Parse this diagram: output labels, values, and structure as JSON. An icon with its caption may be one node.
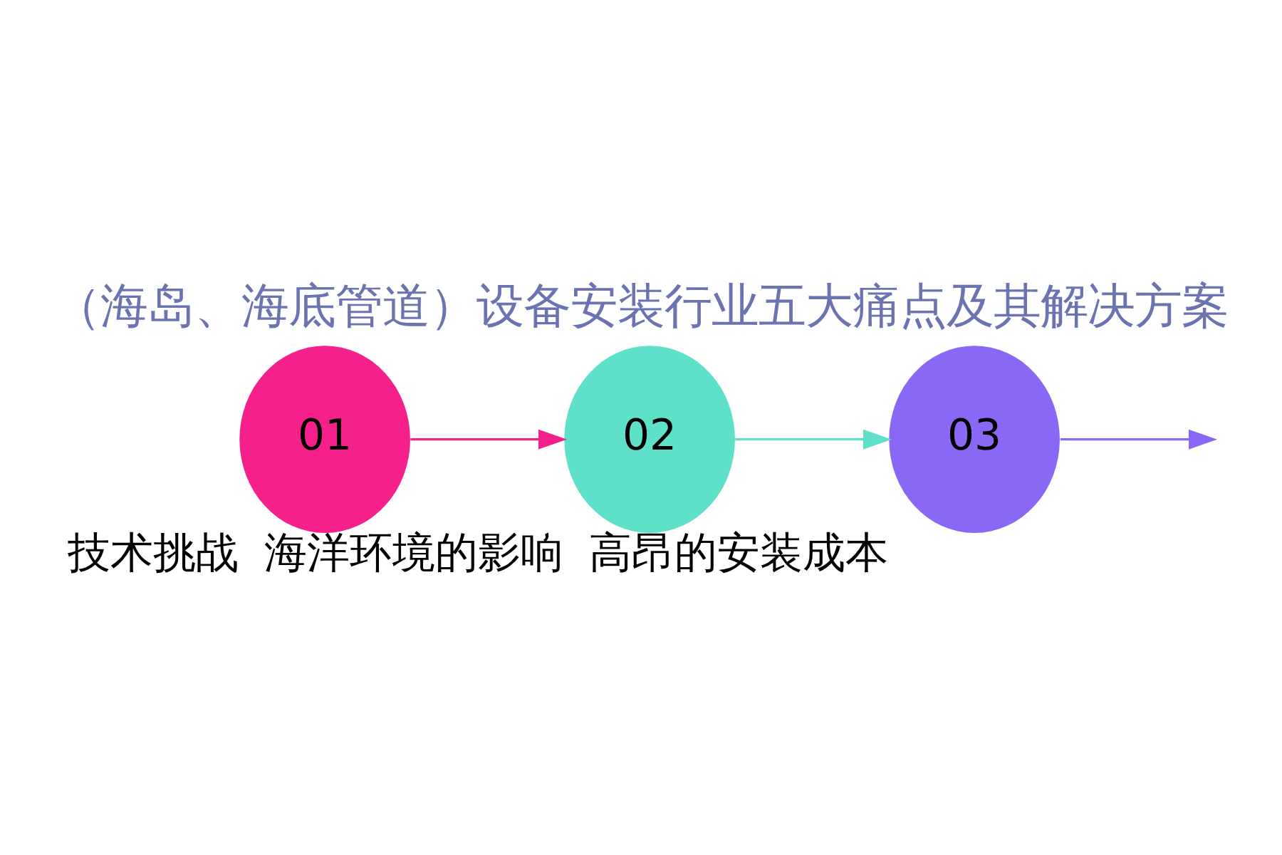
{
  "diagram": {
    "title": "（海岛、海底管道）设备安装行业五大痛点及其解决方案",
    "nodes": [
      {
        "text": [
          "01"
        ],
        "beside": [
          "技术挑战"
        ]
      },
      {
        "text": [
          "02"
        ],
        "beside": [
          "海洋环境的影响"
        ]
      },
      {
        "text": [
          "03"
        ],
        "beside": [
          "高昂的安装成本"
        ]
      }
    ],
    "edges": [
      {
        "from": 0,
        "to": 1,
        "arrow": "to",
        "color": "#f5208a"
      },
      {
        "from": 1,
        "to": 2,
        "arrow": "to",
        "color": "#5fe0c8"
      },
      {
        "from": 2,
        "to": null,
        "arrow": "to",
        "color": "#8b67f6"
      }
    ]
  }
}
